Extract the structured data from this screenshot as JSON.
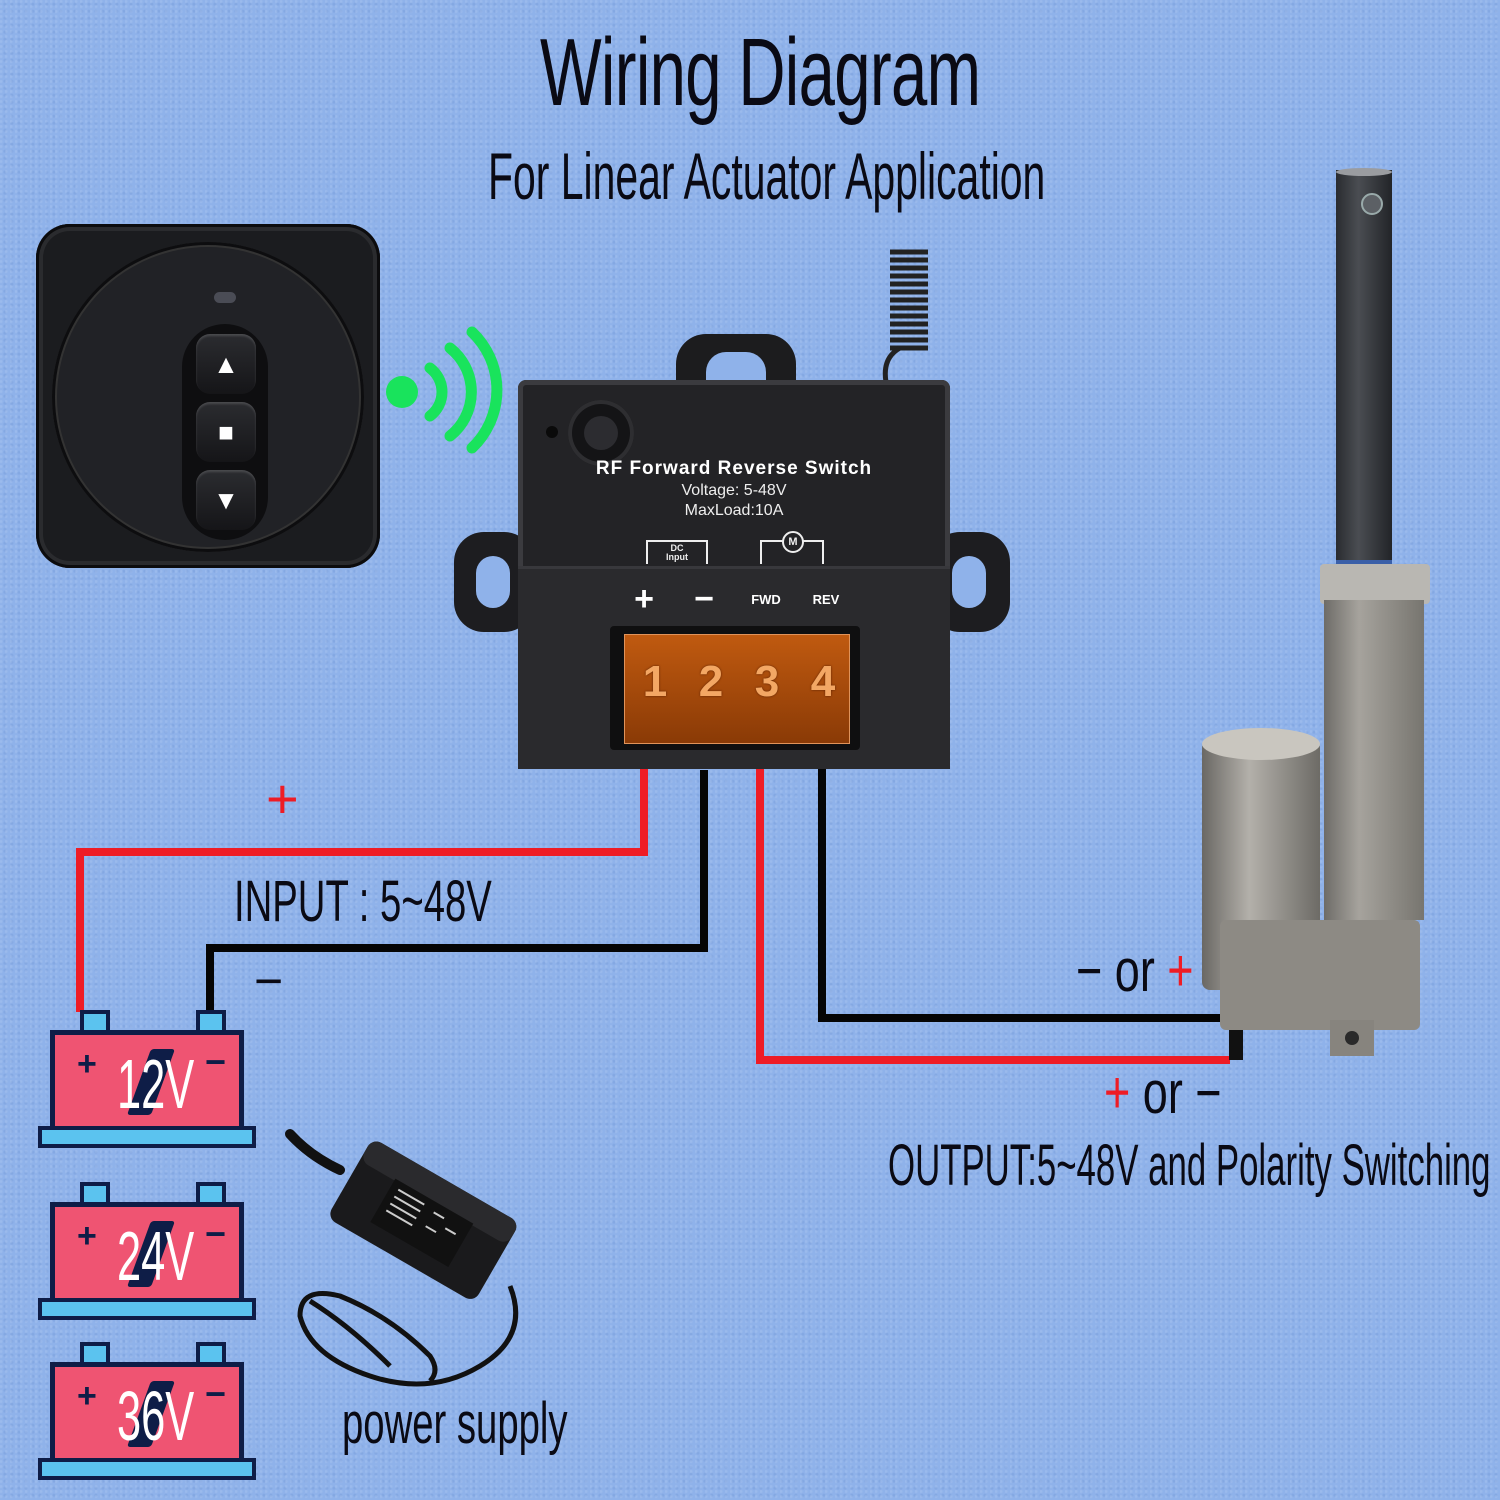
{
  "header": {
    "title": "Wiring Diagram",
    "subtitle": "For  Linear Actuator Application"
  },
  "remote": {
    "buttons": [
      {
        "name": "up",
        "glyph": "▲"
      },
      {
        "name": "stop",
        "glyph": "■"
      },
      {
        "name": "down",
        "glyph": "▼"
      }
    ],
    "signal_color": "#19e35c"
  },
  "controller": {
    "name": "RF Forward Reverse Switch",
    "voltage": "Voltage: 5-48V",
    "max_load": "MaxLoad:10A",
    "dc_input_label": "DC\nInput",
    "motor_symbol": "M",
    "terminal_labels": [
      "+",
      "−",
      "FWD",
      "REV"
    ],
    "terminal_numbers": [
      "1",
      "2",
      "3",
      "4"
    ]
  },
  "wiring": {
    "input_plus": "+",
    "input_minus": "−",
    "input_label": "INPUT :  5~48V",
    "output_top": {
      "a": "− ",
      "or": "or",
      "b": " +"
    },
    "output_bottom": {
      "a": "+ ",
      "or": "or",
      "b": " −"
    },
    "output_label": "OUTPUT:5~48V and Polarity Switching",
    "colors": {
      "positive": "#ee1c25",
      "negative": "#050505"
    }
  },
  "batteries": [
    {
      "voltage": "12V",
      "plus": "+",
      "minus": "−"
    },
    {
      "voltage": "24V",
      "plus": "+",
      "minus": "−"
    },
    {
      "voltage": "36V",
      "plus": "+",
      "minus": "−"
    }
  ],
  "power_supply": {
    "label": "power supply"
  },
  "colors": {
    "background": "#8fb2ea",
    "battery_body": "#ef5472",
    "battery_accent": "#5bc3ef",
    "battery_outline": "#0e1d47",
    "terminal_cover": "#c05a10"
  }
}
